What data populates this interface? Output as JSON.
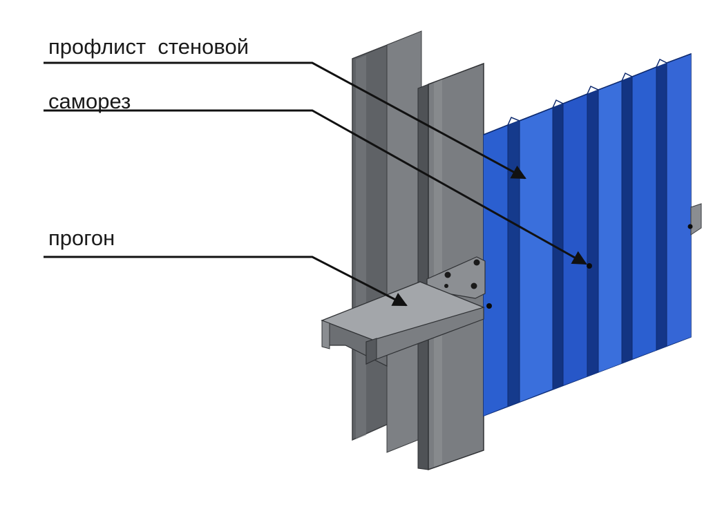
{
  "diagram": {
    "labels": {
      "wall_sheet": "профлист  стеновой",
      "screw": "саморез",
      "purlin": "прогон"
    },
    "colors": {
      "sheet_blue": "#1f4fb8",
      "sheet_light": "#3f74d8",
      "sheet_dark": "#153a8c",
      "steel": "#6e7175",
      "steel_light": "#9a9da1",
      "steel_dark": "#4c4f53",
      "leader": "#111111"
    }
  }
}
